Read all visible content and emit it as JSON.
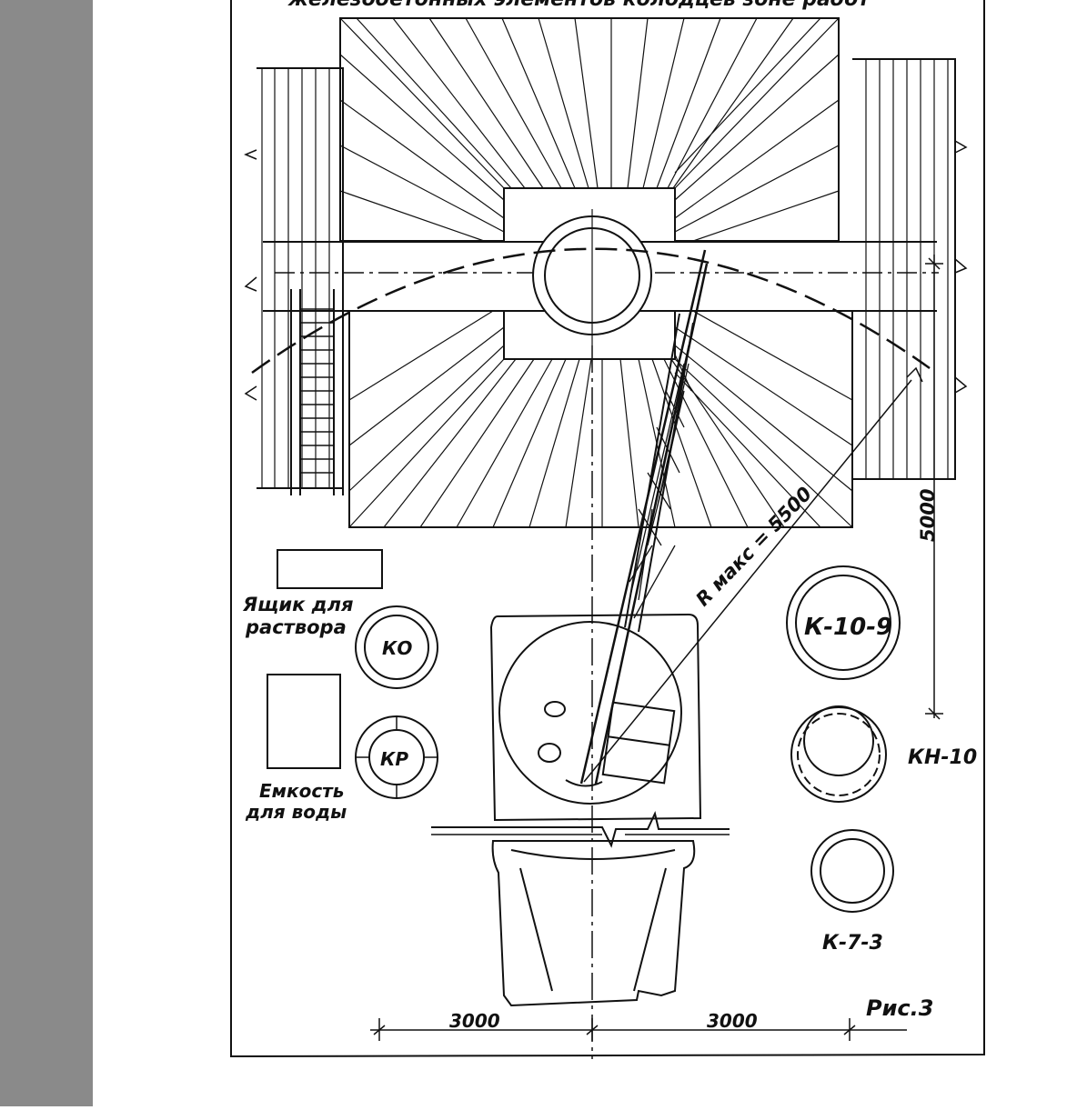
{
  "figure": {
    "top_caption": "железобетонных элементов колодцев зоне работ",
    "figure_label": "Рис.3",
    "labels": {
      "mortar_box": [
        "Ящик для",
        "раствора"
      ],
      "water_tank": [
        "Емкость",
        "для воды"
      ],
      "ko": "КО",
      "kr": "КР",
      "k_10_9": "К-10-9",
      "kn_10": "КН-10",
      "k_7_3": "К-7-3",
      "r_max": "R макс = 5500"
    },
    "dimensions": {
      "left_bottom": "3000",
      "right_bottom": "3000",
      "right_vertical": "5000"
    }
  },
  "colors": {
    "sidebar": "#8a8a8a",
    "ink": "#111111",
    "paper": "#ffffff"
  }
}
